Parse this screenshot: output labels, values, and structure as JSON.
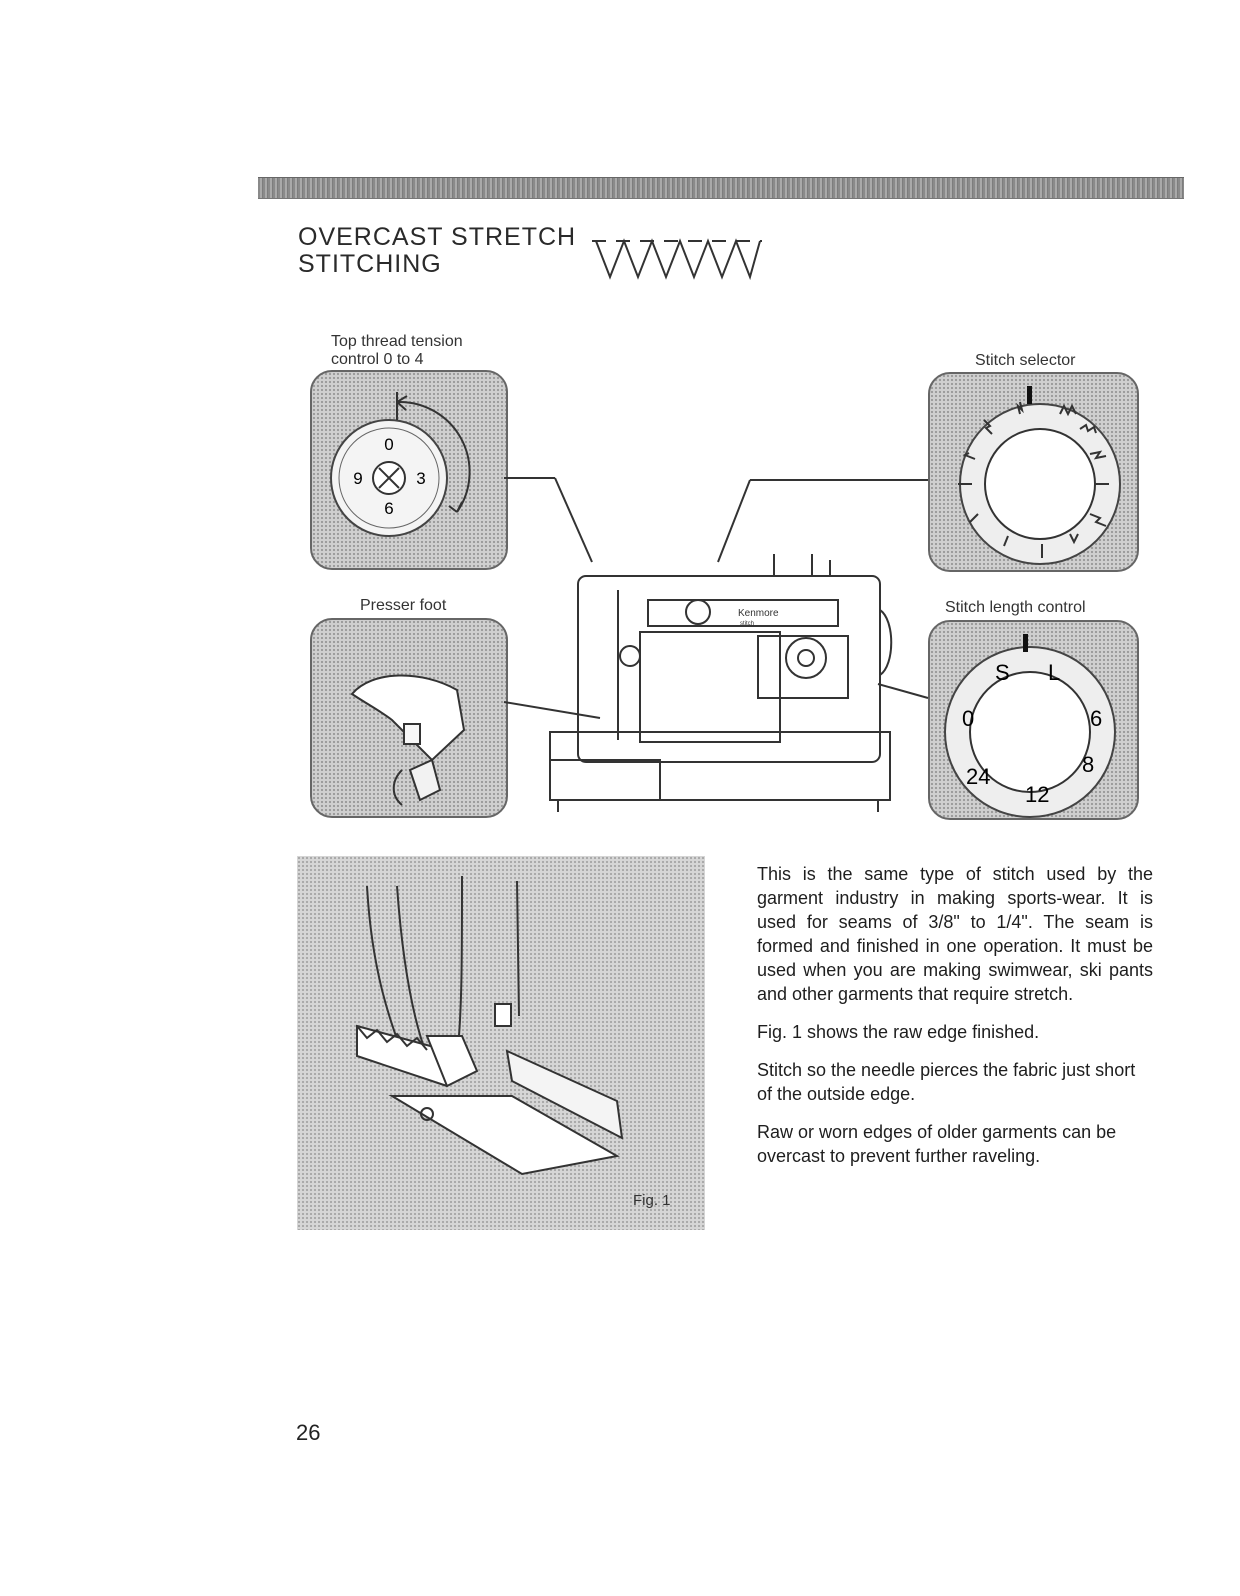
{
  "section": {
    "title_line1": "OVERCAST STRETCH",
    "title_line2": "STITCHING",
    "stitch_icon": "overcast-stitch-icon"
  },
  "labels": {
    "tension_line1": "Top thread tension",
    "tension_line2": "control 0 to 4",
    "stitch_selector": "Stitch selector",
    "presser_foot": "Presser foot",
    "stitch_length": "Stitch length control"
  },
  "dials": {
    "tension_numbers": [
      "0",
      "3",
      "6",
      "9"
    ],
    "length_markings": [
      "S",
      "L",
      "0",
      "6",
      "8",
      "12",
      "24"
    ]
  },
  "machine": {
    "brand": "Kenmore",
    "subtitle": "stitch"
  },
  "figure": {
    "label": "Fig. 1"
  },
  "body": {
    "p1": "This is the same type of stitch used by the garment industry in making sports-wear.  It is used for seams of 3/8\" to 1/4\".  The seam is formed and finished in one operation. It must be used when you are making swimwear, ski pants and other garments that require stretch.",
    "p2": "Fig. 1  shows the raw edge finished.",
    "p3": "Stitch so the needle pierces the fabric just short of the outside edge.",
    "p4": "Raw or worn edges of older garments can be overcast to prevent further raveling."
  },
  "page_number": "26",
  "colors": {
    "ink": "#1a1a1a",
    "halftone": "#cfcfcf",
    "bar": "#8a8a8a"
  }
}
